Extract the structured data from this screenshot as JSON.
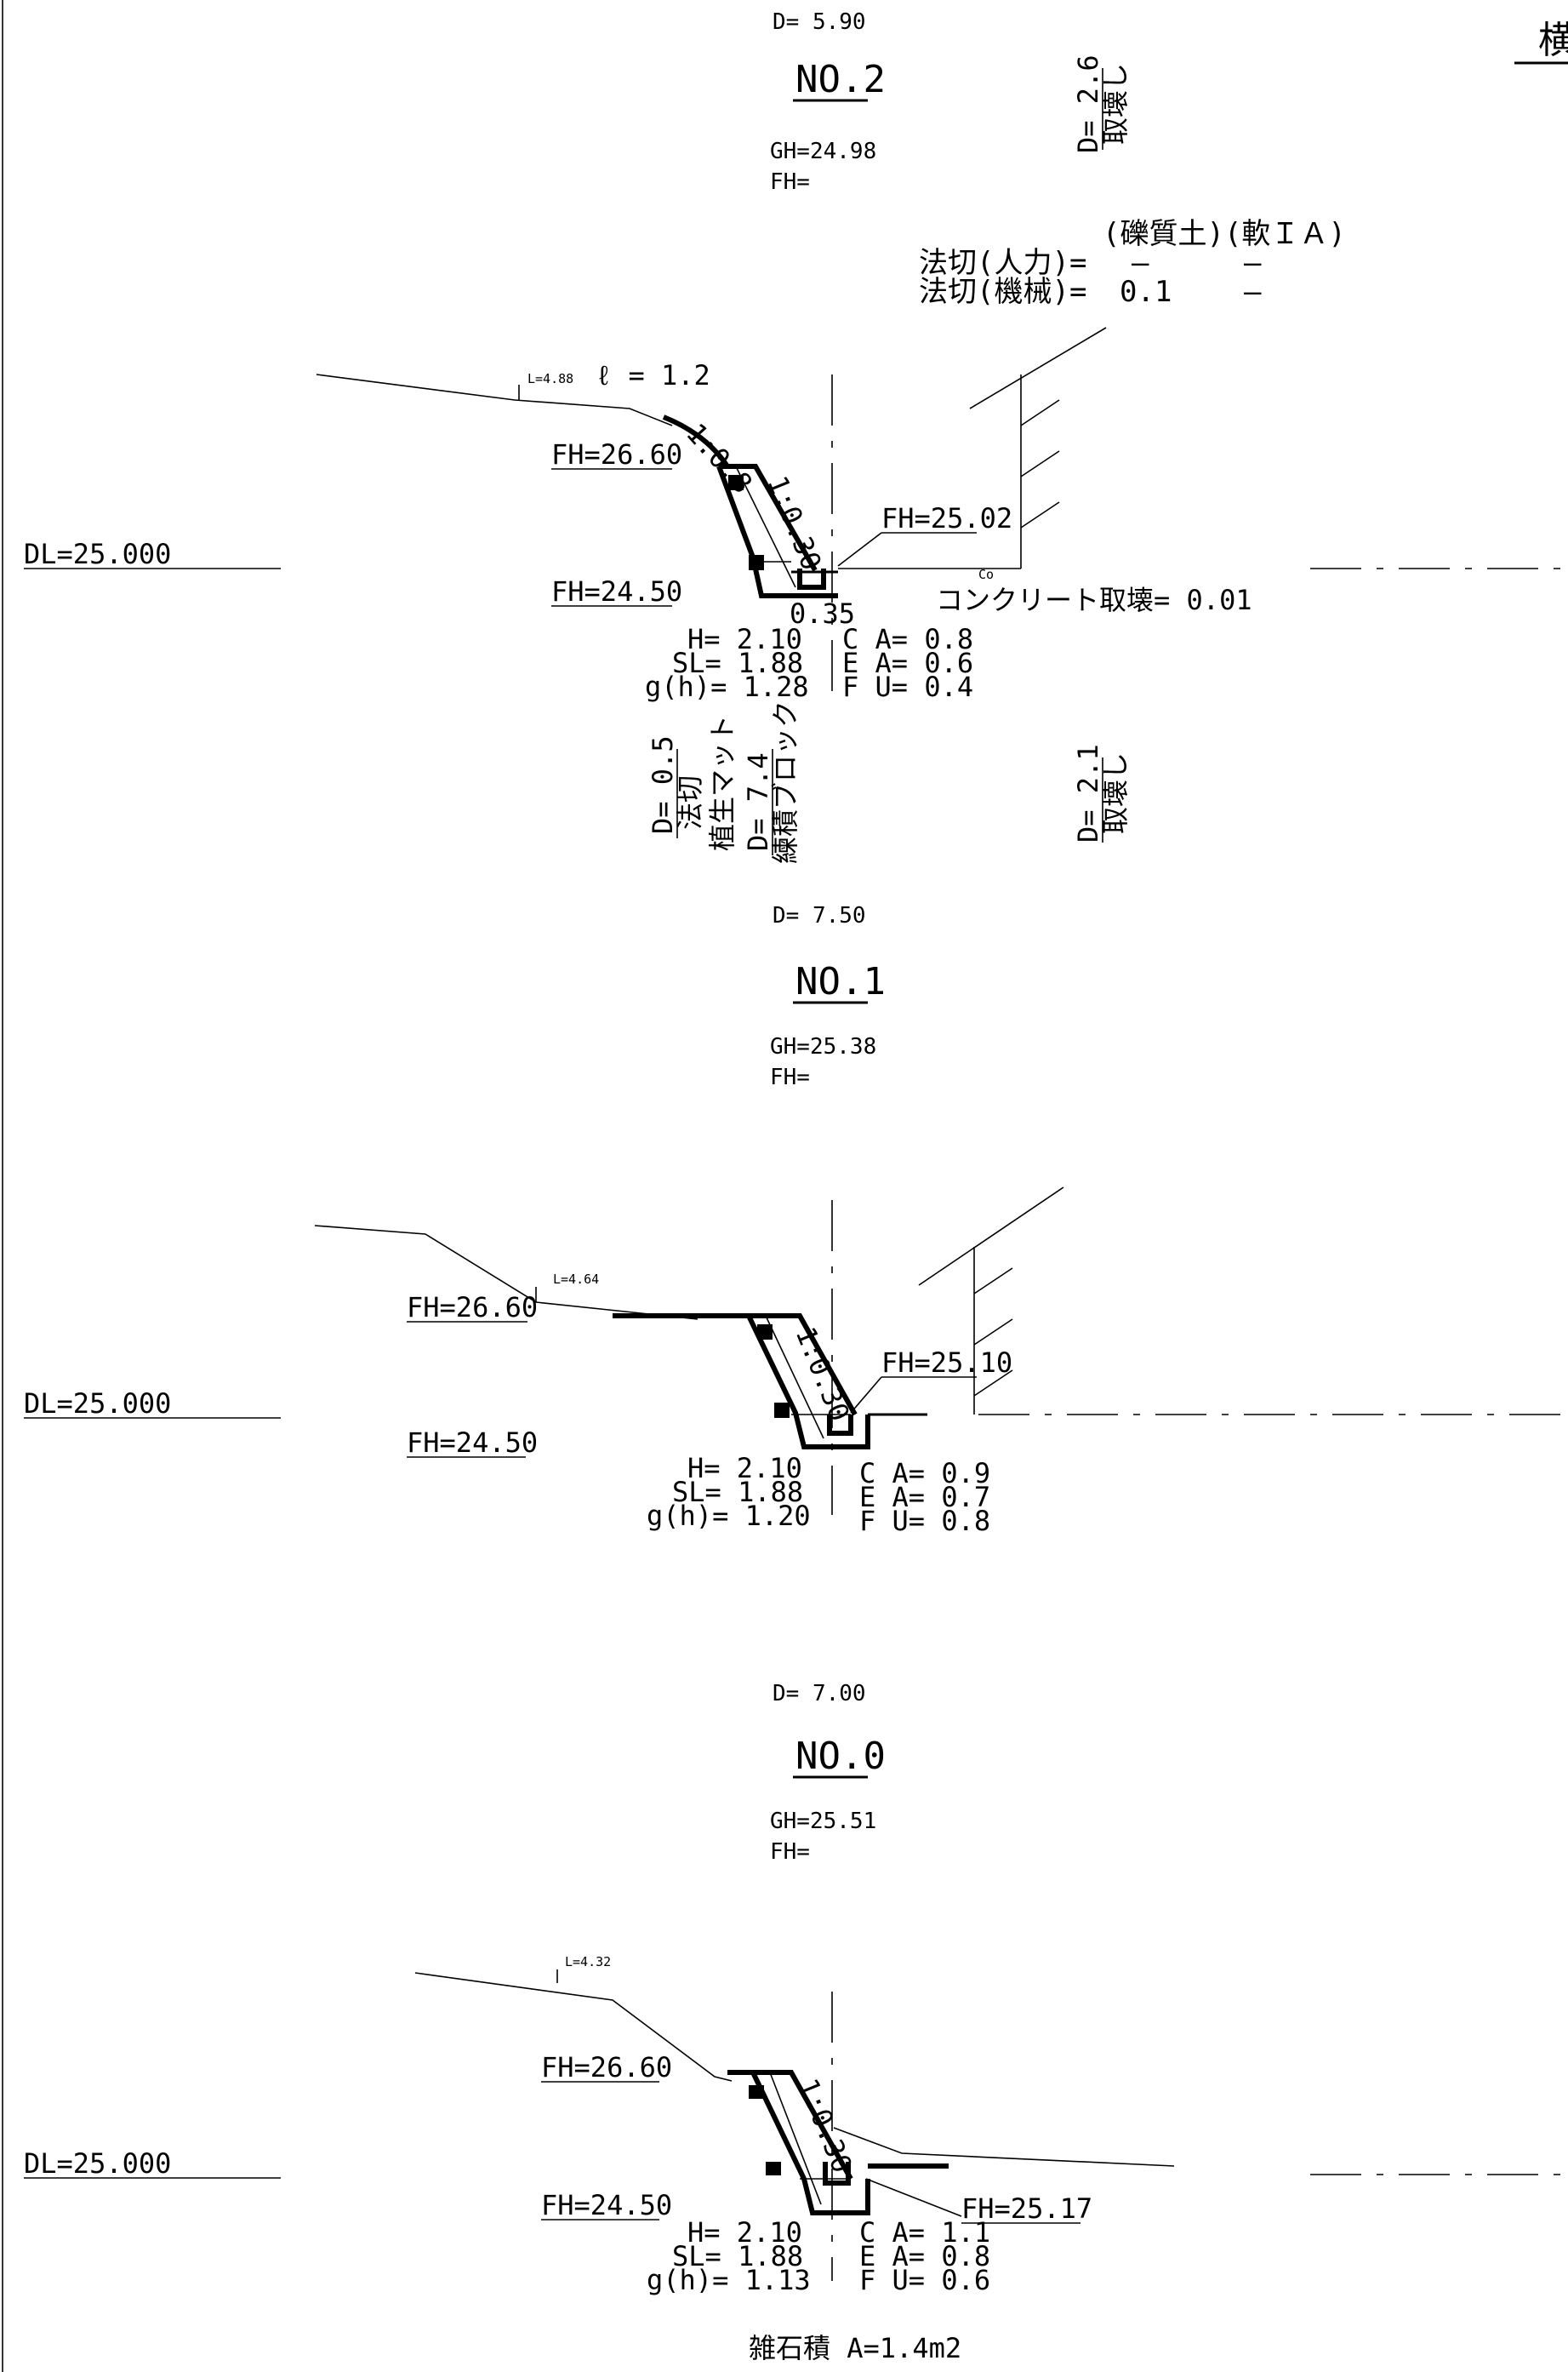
{
  "corner_title": "横",
  "sections": [
    {
      "name": "NO.2",
      "distance": "D= 5.90",
      "gh": "GH=24.98",
      "fh": "FH=",
      "datum": "DL=25.000",
      "fh_upper": "FH=26.60",
      "fh_lower": "FH=24.50",
      "fh_right": "FH=25.02",
      "slope_length": "L=4.88",
      "slope_ratio_top": "1:0.8",
      "slope_ratio_wall": "1:0.30",
      "ell": "ℓ = 1.2",
      "dims": [
        "H= 2.10",
        "SL= 1.88",
        "g(h)= 1.28"
      ],
      "areas": [
        "C A= 0.8",
        "E A= 0.6",
        "F U= 0.4"
      ],
      "width_035": "0.35",
      "co_mark": "Co",
      "concrete": "コンクリート取壊= 0.01",
      "cut_header": "(礫質土)(軟ＩＡ)",
      "cut_rows": [
        {
          "label": "法切(人力)=",
          "v1": "—",
          "v2": "—"
        },
        {
          "label": "法切(機械)=",
          "v1": "0.1",
          "v2": "—"
        }
      ],
      "top_vertical": {
        "d": "D= 2.6",
        "label": "取壊し"
      },
      "bottom_verticals": [
        {
          "d": "D= 0.5",
          "label": "法切"
        },
        {
          "d": "",
          "label": "植生マット"
        },
        {
          "d": "D= 7.4",
          "label": "練積ブロック"
        },
        {
          "d": "D= 2.1",
          "label": "取壊し"
        }
      ]
    },
    {
      "name": "NO.1",
      "distance": "D= 7.50",
      "gh": "GH=25.38",
      "fh": "FH=",
      "datum": "DL=25.000",
      "fh_upper": "FH=26.60",
      "fh_lower": "FH=24.50",
      "fh_right": "FH=25.10",
      "slope_length": "L=4.64",
      "slope_ratio_wall": "1:0.30",
      "dims": [
        "H= 2.10",
        "SL= 1.88",
        "g(h)= 1.20"
      ],
      "areas": [
        "C A= 0.9",
        "E A= 0.7",
        "F U= 0.8"
      ]
    },
    {
      "name": "NO.0",
      "distance": "D= 7.00",
      "gh": "GH=25.51",
      "fh": "FH=",
      "datum": "DL=25.000",
      "fh_upper": "FH=26.60",
      "fh_lower": "FH=24.50",
      "fh_right": "FH=25.17",
      "slope_length": "L=4.32",
      "slope_ratio_wall": "1:0.30",
      "dims": [
        "H= 2.10",
        "SL= 1.88",
        "g(h)= 1.13"
      ],
      "areas": [
        "C A= 1.1",
        "E A= 0.8",
        "F U= 0.6"
      ],
      "footer": "雑石積 A=1.4m2"
    }
  ]
}
